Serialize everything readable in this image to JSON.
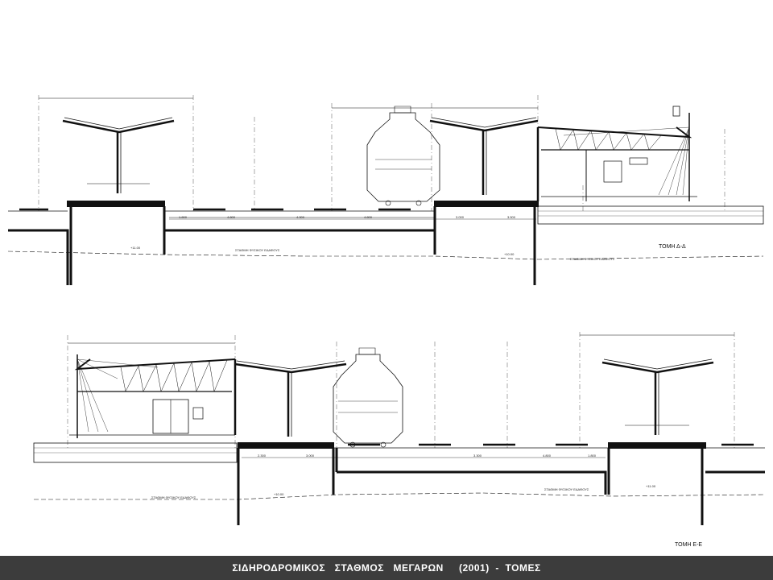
{
  "footer": {
    "title": "ΣΙΔΗΡΟΔΡΟΜΙΚΟΣ   ΣΤΑΘΜΟΣ   ΜΕΓΑΡΩΝ     (2001)  -  ΤΟΜΕΣ"
  },
  "section_top": {
    "label": "ΤΟΜΗ Δ-Δ",
    "ground_note": "ΣΤΑΘΜΗ ΦΥΣΙΚΟΥ ΕΔΑΦΟΥΣ",
    "level_left": "+11.00",
    "level_right": "+10.00",
    "dim_span_1": "1.800",
    "dim_span_2": "4.800",
    "dim_span_3": "4.300",
    "dim_span_4": "4.800",
    "dim_span_5": "3.000",
    "dim_span_6": "3.500"
  },
  "section_bottom": {
    "label": "ΤΟΜΗ Ε-Ε",
    "ground_note": "ΣΤΑΘΜΗ ΦΥΣΙΚΟΥ ΕΔΑΦΟΥΣ",
    "level_left": "+10.00",
    "level_right": "+11.00",
    "dim_span_1": "2.300",
    "dim_span_2": "3.000",
    "dim_span_3": "3.300",
    "dim_span_4": "4.800",
    "dim_span_5": "1.800"
  },
  "colors": {
    "line": "#111111",
    "footer_bg": "#3c3c3c",
    "footer_text": "#ffffff"
  }
}
